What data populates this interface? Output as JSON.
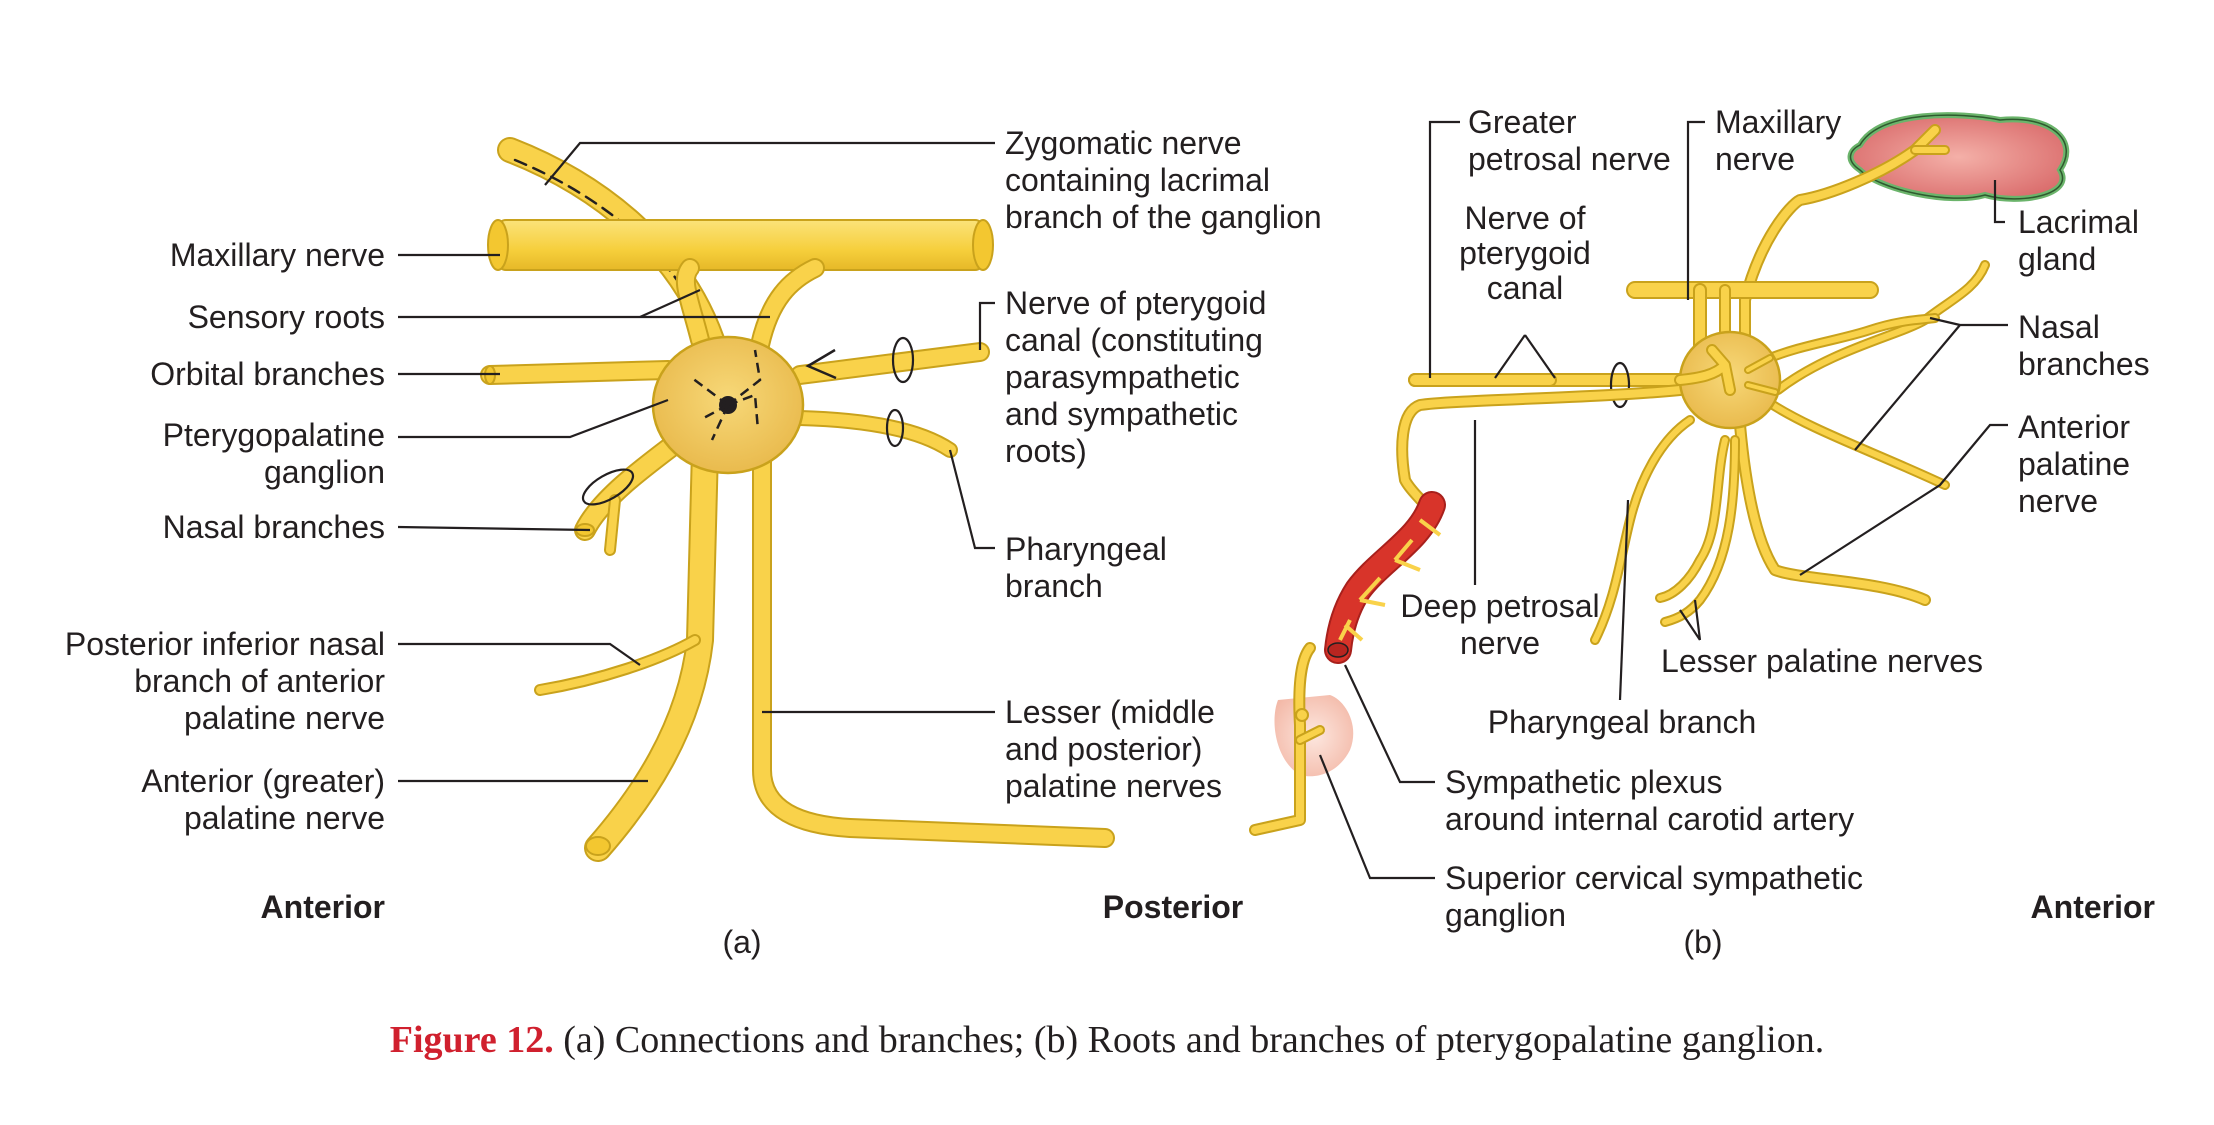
{
  "colors": {
    "nerve_fill": "#f9d24a",
    "nerve_edge": "#c9a21c",
    "ganglion": "#f0c458",
    "caption_label": "#d0202e",
    "artery": "#d8342a",
    "gland": "#e98a8a",
    "gland_edge": "#6bb46b"
  },
  "panel_a": {
    "labels": {
      "maxillary_nerve": "Maxillary nerve",
      "sensory_roots": "Sensory roots",
      "orbital_branches": "Orbital branches",
      "pterygopalatine_1": "Pterygopalatine",
      "pterygopalatine_2": "ganglion",
      "nasal_branches": "Nasal branches",
      "post_inf_1": "Posterior inferior nasal",
      "post_inf_2": "branch of anterior",
      "post_inf_3": "palatine nerve",
      "ant_greater_1": "Anterior (greater)",
      "ant_greater_2": "palatine nerve",
      "zygomatic_1": "Zygomatic nerve",
      "zygomatic_2": "containing lacrimal",
      "zygomatic_3": "branch of the ganglion",
      "pterygoid_1": "Nerve of pterygoid",
      "pterygoid_2": "canal (constituting",
      "pterygoid_3": "parasympathetic",
      "pterygoid_4": "and sympathetic",
      "pterygoid_5": "roots)",
      "pharyngeal_1": "Pharyngeal",
      "pharyngeal_2": "branch",
      "lesser_1": "Lesser (middle",
      "lesser_2": "and posterior)",
      "lesser_3": "palatine nerves",
      "anterior": "Anterior",
      "posterior": "Posterior",
      "panel_tag": "(a)"
    }
  },
  "panel_b": {
    "labels": {
      "greater_petrosal_1": "Greater",
      "greater_petrosal_2": "petrosal nerve",
      "maxillary_1": "Maxillary",
      "maxillary_2": "nerve",
      "lacrimal_1": "Lacrimal",
      "lacrimal_2": "gland",
      "pterygoid_canal_1": "Nerve of",
      "pterygoid_canal_2": "pterygoid",
      "pterygoid_canal_3": "canal",
      "nasal_1": "Nasal",
      "nasal_2": "branches",
      "ant_palatine_1": "Anterior",
      "ant_palatine_2": "palatine",
      "ant_palatine_3": "nerve",
      "deep_petrosal_1": "Deep petrosal",
      "deep_petrosal_2": "nerve",
      "lesser_palatine": "Lesser palatine nerves",
      "pharyngeal": "Pharyngeal branch",
      "symp_plexus_1": "Sympathetic plexus",
      "symp_plexus_2": "around internal carotid artery",
      "sup_cervical_1": "Superior cervical sympathetic",
      "sup_cervical_2": "ganglion",
      "anterior": "Anterior",
      "panel_tag": "(b)"
    }
  },
  "caption": {
    "label": "Figure 12.",
    "text": " (a) Connections and branches; (b) Roots and branches of pterygopalatine ganglion."
  }
}
